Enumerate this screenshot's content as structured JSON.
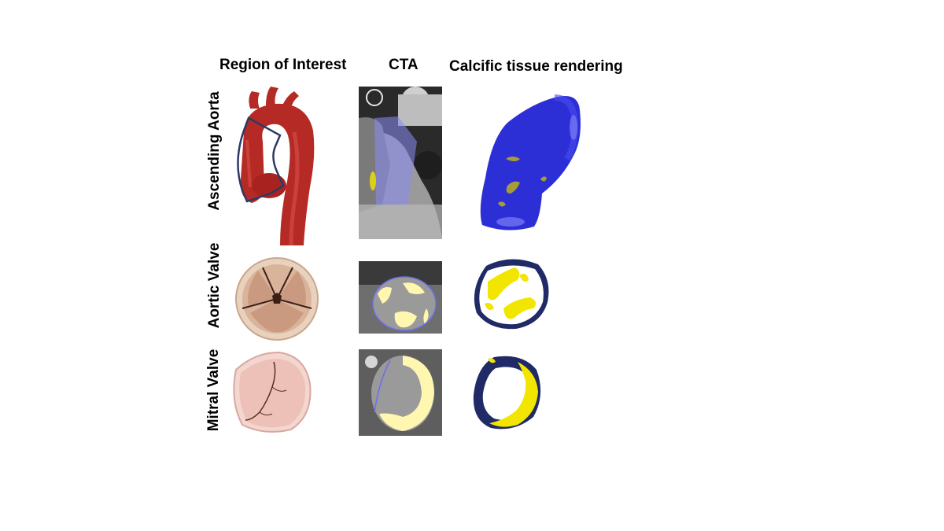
{
  "columns": {
    "region": "Region of Interest",
    "cta": "CTA",
    "rendering": "Calcific tissue rendering"
  },
  "rows": {
    "aorta": "Ascending Aorta",
    "aortic_valve": "Aortic Valve",
    "mitral_valve": "Mitral Valve"
  },
  "colors": {
    "aorta_red": "#b52a25",
    "roi_outline": "#2c3a66",
    "calcium_yellow": "#f2e600",
    "rendering_blue": "#2d2fd6",
    "valve_ring_navy": "#1f2a66",
    "cta_overlay": "#8a8cf5"
  }
}
